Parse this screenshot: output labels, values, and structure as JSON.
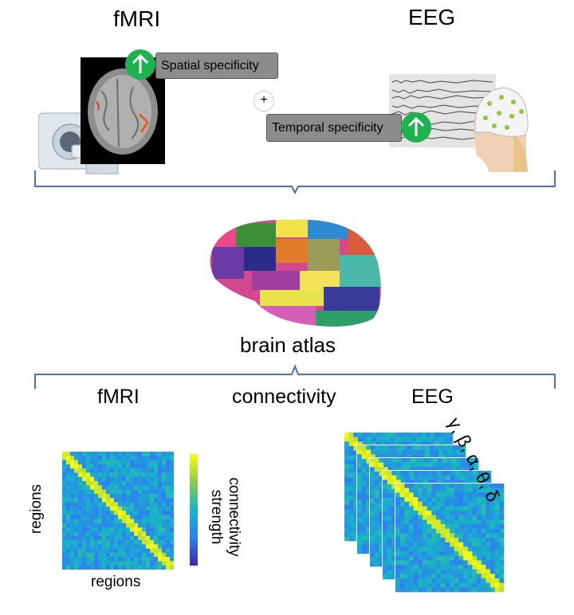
{
  "top": {
    "fmri_title": "fMRI",
    "eeg_title": "EEG",
    "spatial_label": "Spatial specificity",
    "temporal_label": "Temporal specificity",
    "plus": "+"
  },
  "middle": {
    "atlas_label": "brain atlas"
  },
  "bottom": {
    "fmri_label": "fMRI",
    "connectivity_label": "connectivity",
    "eeg_label": "EEG",
    "colorbar_label_line1": "connectivity",
    "colorbar_label_line2": "strength",
    "regions_x": "regions",
    "regions_y": "regions",
    "bands": "γ, β, α, θ, δ"
  },
  "colors": {
    "bracket": "#4472c4",
    "arrow_green": "#1eb24f",
    "box_gray": "#8c8c8c"
  }
}
